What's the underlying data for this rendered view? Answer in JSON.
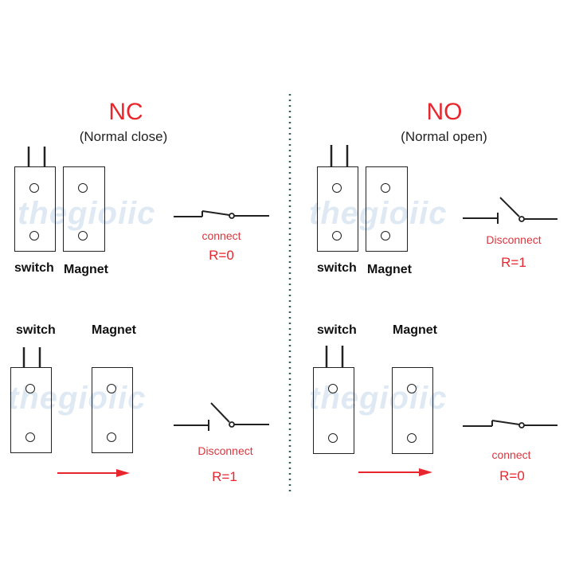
{
  "nc": {
    "title": "NC",
    "subtitle": "(Normal close)",
    "top": {
      "switch_label": "switch",
      "magnet_label": "Magnet",
      "state_label": "connect",
      "resistance": "R=0"
    },
    "bottom": {
      "switch_label": "switch",
      "magnet_label": "Magnet",
      "state_label": "Disconnect",
      "resistance": "R=1"
    }
  },
  "no": {
    "title": "NO",
    "subtitle": "(Normal open)",
    "top": {
      "switch_label": "switch",
      "magnet_label": "Magnet",
      "state_label": "Disconnect",
      "resistance": "R=1"
    },
    "bottom": {
      "switch_label": "switch",
      "magnet_label": "Magnet",
      "state_label": "connect",
      "resistance": "R=0"
    }
  },
  "watermark": "thegioiic",
  "colors": {
    "accent": "#e8262d",
    "line": "#222222",
    "divider": "#2f5f5a"
  }
}
